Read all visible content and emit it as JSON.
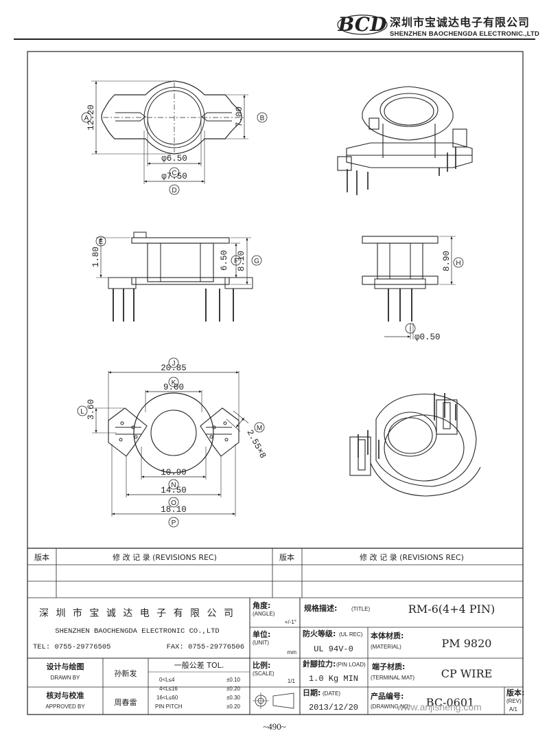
{
  "header": {
    "logo": "BCD",
    "company_cn": "深圳市宝诚达电子有限公司",
    "company_en": "SHENZHEN BAOCHENGDA ELECTRONIC.,LTD"
  },
  "dims": {
    "top": {
      "h1": "12.20",
      "h2": "7.00",
      "d1": "φ6.50",
      "d2": "φ7.50",
      "A": "A",
      "B": "B",
      "C": "C",
      "D": "D"
    },
    "front": {
      "h1": "1.80",
      "h2": "6.50",
      "h3": "8.10",
      "E": "E",
      "F": "F",
      "G": "G"
    },
    "side": {
      "h1": "8.90",
      "d1": "φ0.50",
      "H": "H",
      "I": "I"
    },
    "bottom": {
      "w1": "20.85",
      "w2": "9.00",
      "w3": "10.90",
      "w4": "14.50",
      "w5": "18.10",
      "h1": "3.60",
      "pin": "2.55×8",
      "J": "J",
      "K": "K",
      "L": "L",
      "M": "M",
      "N": "N",
      "O": "O",
      "P": "P"
    }
  },
  "revisions": {
    "col_ver": "版本",
    "col_rec": "修 改 记 录  (REVISIONS REC)"
  },
  "title_block": {
    "company_cn": "深 圳 市 宝 诚 达 电 子 有 限 公 司",
    "company_en": "SHENZHEN BAOCHENGDA ELECTRONIC CO.,LTD",
    "tel": "TEL: 0755-29776505",
    "fax": "FAX: 0755-29776506",
    "angle_cn": "角度:",
    "angle_en": "(ANGLE)",
    "angle_val": "+/-1°",
    "unit_cn": "单位:",
    "unit_en": "(UNIT)",
    "unit_val": "mm",
    "scale_cn": "比例:",
    "scale_en": "(SCALE)",
    "scale_val": "1/1",
    "title_cn": "规格描述:",
    "title_en": "(TITLE)",
    "title_val": "RM-6(4+4 PIN)",
    "ul_cn": "防火等级:",
    "ul_en": "(UL REC)",
    "ul_val": "UL 94V-0",
    "material_cn": "本体材质:",
    "material_en": "(MATERIAL)",
    "material_val": "PM 9820",
    "pinload_cn": "針腳拉力:",
    "pinload_en": "(PIN LOAD)",
    "pinload_val": "1.0 Kg MIN",
    "terminal_cn": "端子材质:",
    "terminal_en": "(TERMINAL MAT)",
    "terminal_val": "CP WIRE",
    "date_cn": "日期:",
    "date_en": "(DATE)",
    "date_val": "2013/12/20",
    "drawing_cn": "产品编号:",
    "drawing_en": "(DRAWING NO)",
    "drawing_val": "BC-0601",
    "rev_cn": "版本:",
    "rev_en": "(REV)",
    "rev_val": "A/1",
    "drawn_cn": "设计与绘图",
    "drawn_en": "DRAWN BY",
    "drawn_name": "孙新发",
    "approved_cn": "核对与校准",
    "approved_en": "APPROVED BY",
    "approved_name": "周春雷",
    "tol_title": "一般公差 TOL.",
    "tol": [
      {
        "range": "0<L≤4",
        "val": "±0.10"
      },
      {
        "range": "4<L≤16",
        "val": "±0.20"
      },
      {
        "range": "16<L≤60",
        "val": "±0.30"
      },
      {
        "range": "PIN PITCH",
        "val": "±0.20"
      }
    ]
  },
  "watermark": "www.anjisheng.com",
  "page_number": "~490~"
}
